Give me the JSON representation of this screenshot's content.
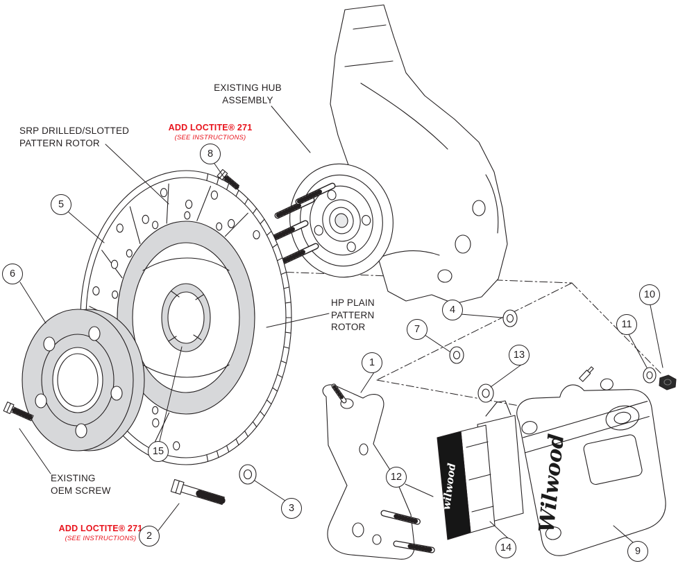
{
  "colors": {
    "line": "#231f20",
    "accent_red": "#e8131c",
    "fill_gray": "#d7d8da",
    "pad_black": "#161616"
  },
  "labels": {
    "existing_hub": [
      "EXISTING HUB",
      "ASSEMBLY"
    ],
    "srp_rotor": [
      "SRP DRILLED/SLOTTED",
      "PATTERN ROTOR"
    ],
    "hp_rotor": [
      "HP PLAIN",
      "PATTERN",
      "ROTOR"
    ],
    "oem_screw": [
      "EXISTING",
      "OEM SCREW"
    ],
    "loctite_top": {
      "title": "ADD LOCTITE® 271",
      "subtitle": "(SEE INSTRUCTIONS)"
    },
    "loctite_bottom": {
      "title": "ADD LOCTITE® 271",
      "subtitle": "(SEE INSTRUCTIONS)"
    }
  },
  "part_markings": {
    "caliper_logo": "Wilwood",
    "pad_logo": "wilwood"
  },
  "callouts": [
    {
      "label": "1"
    },
    {
      "label": "2"
    },
    {
      "label": "3"
    },
    {
      "label": "4"
    },
    {
      "label": "5"
    },
    {
      "label": "6"
    },
    {
      "label": "7"
    },
    {
      "label": "8"
    },
    {
      "label": "9"
    },
    {
      "label": "10"
    },
    {
      "label": "11"
    },
    {
      "label": "12"
    },
    {
      "label": "13"
    },
    {
      "label": "14"
    },
    {
      "label": "15"
    }
  ]
}
